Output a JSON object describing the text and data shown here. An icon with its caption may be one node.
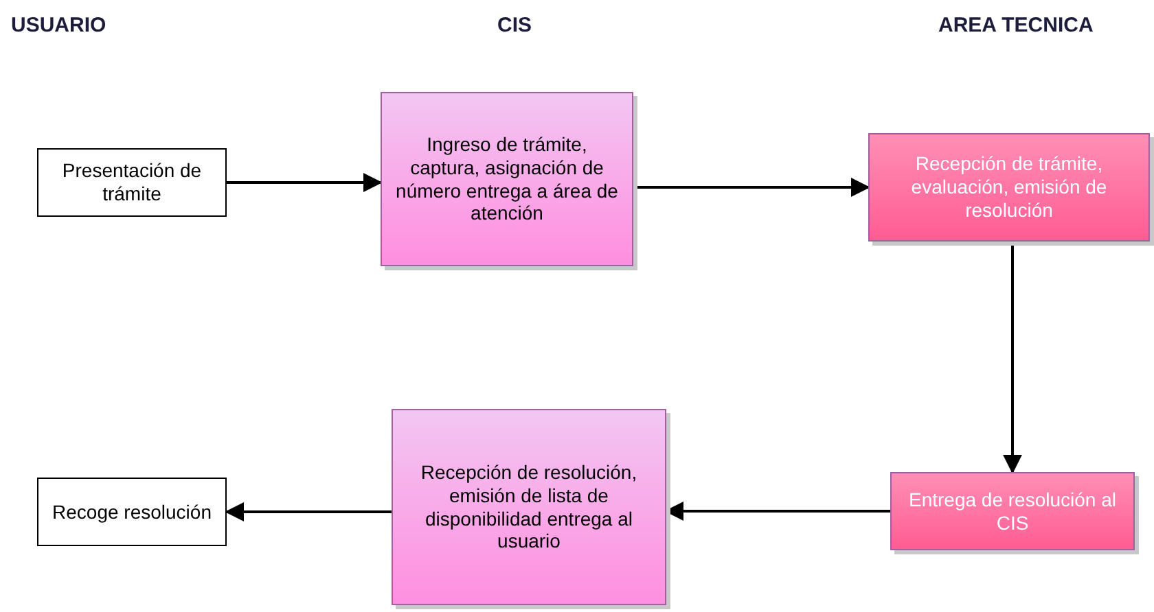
{
  "diagram": {
    "nodes": [
      {
        "text": [
          "Presentación de trámite"
        ]
      },
      {
        "text": [
          "Ingreso de trámite, captura, asignación de número entrega a área de atención"
        ]
      },
      {
        "text": [
          "Recepción de trámite, evaluación, emisión de resolución"
        ]
      },
      {
        "text": [
          "Entrega de resolución al CIS"
        ]
      },
      {
        "text": [
          "Recepción de resolución, emisión de lista de disponibilidad entrega al usuario"
        ]
      },
      {
        "text": [
          "Recoge resolución"
        ]
      }
    ],
    "edges": [
      {
        "from": 0,
        "to": 1,
        "arrow": "to"
      },
      {
        "from": 1,
        "to": 2,
        "arrow": "to"
      },
      {
        "from": 2,
        "to": 3,
        "arrow": "to"
      },
      {
        "from": 3,
        "to": 4,
        "arrow": "to"
      },
      {
        "from": 4,
        "to": 5,
        "arrow": "to"
      }
    ],
    "labels": [
      "USUARIO",
      "CIS",
      "AREA TECNICA"
    ]
  }
}
